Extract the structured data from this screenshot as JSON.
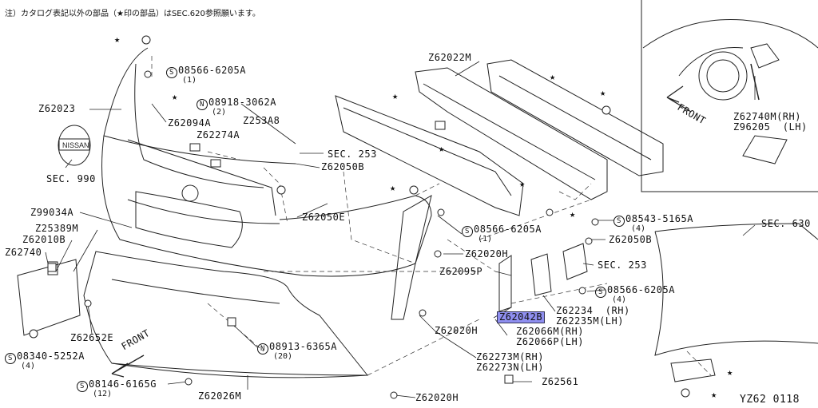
{
  "header_note": "注）カタログ表記以外の部品（★印の部品）はSEC.620参照願います。",
  "diagram_code": "YZ62 0118",
  "labels": {
    "z62023": "Z62023",
    "sec990": "SEC. 990",
    "b08566a_1": "08566-6205A",
    "b08566a_1_qty": "(1)",
    "n08918": "08918-3062A",
    "n08918_qty": "(2)",
    "z62094a": "Z62094A",
    "z62274a": "Z62274A",
    "z253a8": "Z253A8",
    "sec253_a": "SEC. 253",
    "z62050b_a": "Z62050B",
    "z62022m": "Z62022M",
    "z62740m": "Z62740M(RH)",
    "z96205": "Z96205  (LH)",
    "front_top": "FRONT",
    "z99034a": "Z99034A",
    "z25389m": "Z25389M",
    "z62010b": "Z62010B",
    "z62740": "Z62740",
    "z62050e": "Z62050E",
    "b08566a_2": "08566-6205A",
    "b08566a_2_qty": "(1)",
    "b08543": "08543-5165A",
    "b08543_qty": "(4)",
    "z62050b_b": "Z62050B",
    "sec630": "SEC. 630",
    "z62020h_a": "Z62020H",
    "sec253_b": "SEC. 253",
    "z62095p": "Z62095P",
    "b08566a_3": "08566-6205A",
    "b08566a_3_qty": "(4)",
    "z62652e": "Z62652E",
    "z62234": "Z62234  (RH)",
    "z62235m": "Z62235M(LH)",
    "z62042b": "Z62042B",
    "z62020h_b": "Z62020H",
    "z62066m": "Z62066M(RH)",
    "z62066p": "Z62066P(LH)",
    "b08340": "08340-5252A",
    "b08340_qty": "(4)",
    "n08913": "08913-6365A",
    "n08913_qty": "(20)",
    "front_bottom": "FRONT",
    "z62273m": "Z62273M(RH)",
    "z62273n": "Z62273N(LH)",
    "z62561": "Z62561",
    "b08146": "08146-6165G",
    "b08146_qty": "(12)",
    "z62026m": "Z62026M",
    "z62020h_c": "Z62020H"
  },
  "prefixes": {
    "s": "S",
    "n": "N"
  },
  "star": "★",
  "colors": {
    "highlight": "#8f8ff0",
    "line": "#222222"
  }
}
